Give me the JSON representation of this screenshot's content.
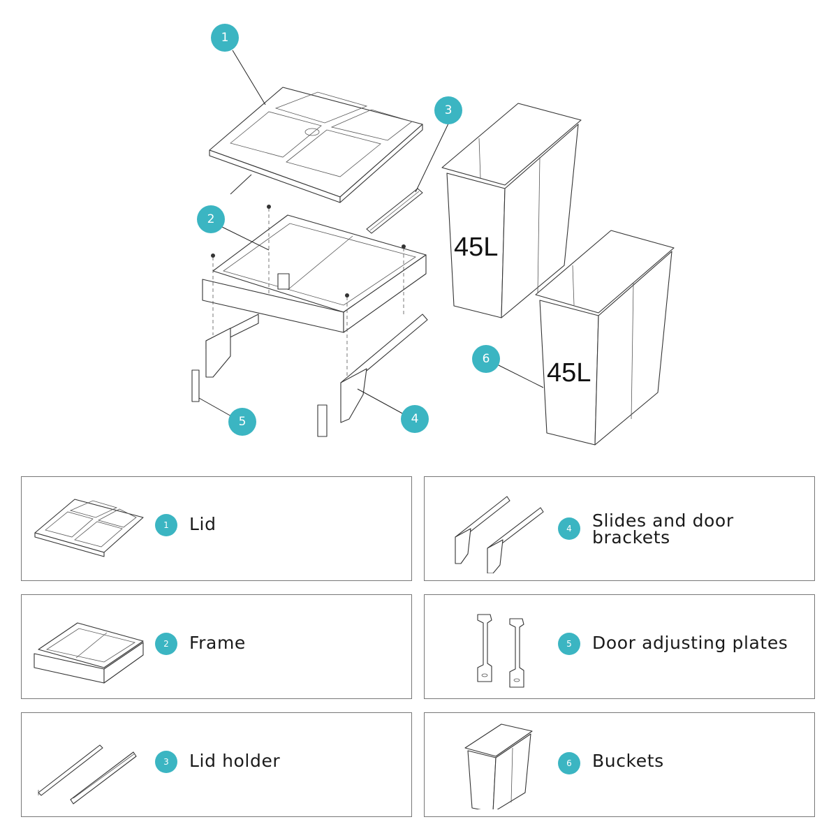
{
  "parts": [
    {
      "number": "1",
      "label": "Lid"
    },
    {
      "number": "2",
      "label": "Frame"
    },
    {
      "number": "3",
      "label": "Lid holder"
    },
    {
      "number": "4",
      "label": "Slides and door\nbrackets"
    },
    {
      "number": "5",
      "label": "Door adjusting plates"
    },
    {
      "number": "6",
      "label": "Buckets"
    }
  ],
  "bucket_volume_labels": [
    "45L",
    "45L"
  ],
  "colors": {
    "accent": "#3bb5c2",
    "card_border": "#777777",
    "line": "#333333"
  }
}
